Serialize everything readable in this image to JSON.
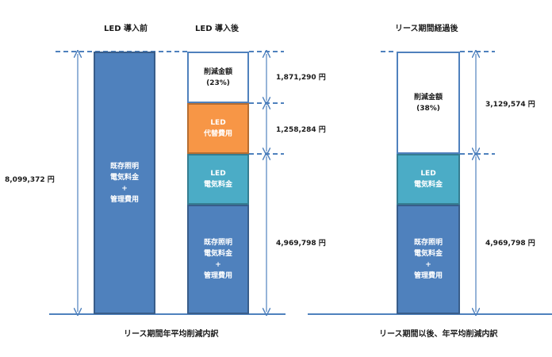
{
  "column_titles": {
    "before": "LED 導入前",
    "after": "LED 導入後",
    "lease_end": "リース期間経過後"
  },
  "bars": {
    "before_total": {
      "label": "既存照明\n電気料金\n+\n管理費用"
    },
    "after_savings": {
      "label": "削減金額\n(23%)"
    },
    "after_led_cost": {
      "label": "LED\n代替費用"
    },
    "after_led_power": {
      "label": "LED\n電気料金"
    },
    "after_existing": {
      "label": "既存照明\n電気料金\n+\n管理費用"
    },
    "lease_savings": {
      "label": "削減金額\n(38%)"
    },
    "lease_led_power": {
      "label": "LED\n電気料金"
    },
    "lease_existing": {
      "label": "既存照明\n電気料金\n+\n管理費用"
    }
  },
  "values": {
    "before_total": "8,099,372 円",
    "after_savings": "1,871,290 円",
    "after_led_cost": "1,258,284 円",
    "after_existing": "4,969,798 円",
    "lease_savings": "3,129,574 円",
    "lease_existing": "4,969,798 円"
  },
  "captions": {
    "left": "リース期間年平均削減内訳",
    "right": "リース期間以後、年平均削減内訳"
  },
  "colors": {
    "blue": "#4f81bd",
    "teal": "#4bacc6",
    "orange": "#f79646",
    "line": "#4f81bd"
  }
}
